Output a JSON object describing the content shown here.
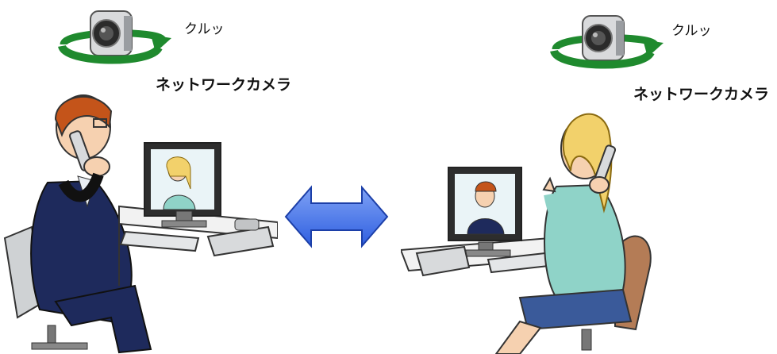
{
  "left": {
    "rotate_label": "クルッ",
    "camera_label": "ネットワークカメラ"
  },
  "right": {
    "rotate_label": "クルッ",
    "camera_label": "ネットワークカメラ"
  },
  "colors": {
    "rotate_arrow": "#1f8a2e",
    "bidirectional_arrow": "#4a78e8",
    "suit": "#1e2a5c",
    "blouse": "#8fd3c8"
  },
  "icons": {
    "camera": "network-camera-icon",
    "rotate": "rotate-arrow-icon",
    "link": "double-arrow-icon"
  }
}
